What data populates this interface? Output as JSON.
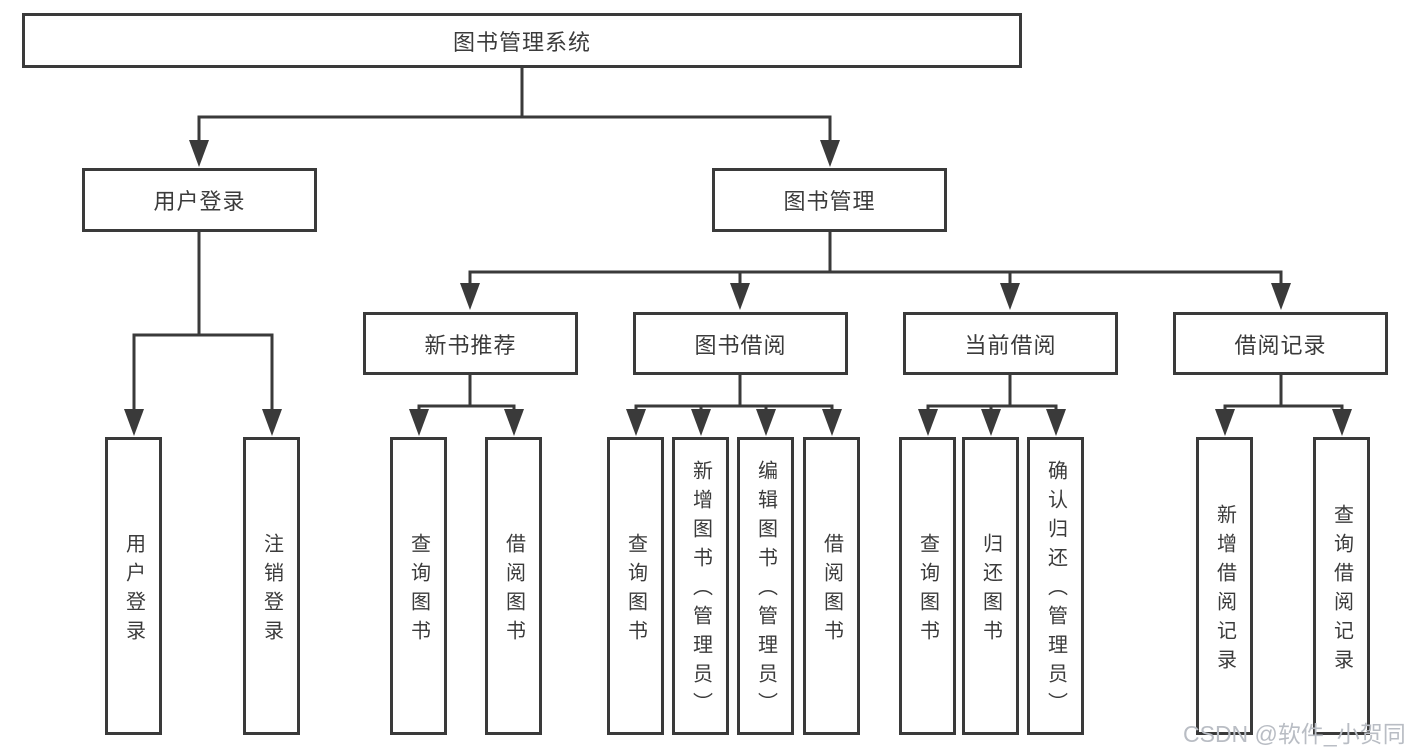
{
  "diagram": {
    "title": "图书管理系统",
    "user_login": {
      "label": "用户登录",
      "children": [
        "用户登录",
        "注销登录"
      ]
    },
    "book_mgmt": {
      "label": "图书管理",
      "sections": [
        {
          "label": "新书推荐",
          "children": [
            "查询图书",
            "借阅图书"
          ]
        },
        {
          "label": "图书借阅",
          "children": [
            "查询图书",
            "新增图书（管理员）",
            "编辑图书（管理员）",
            "借阅图书"
          ]
        },
        {
          "label": "当前借阅",
          "children": [
            "查询图书",
            "归还图书",
            "确认归还（管理员）"
          ]
        },
        {
          "label": "借阅记录",
          "children": [
            "新增借阅记录",
            "查询借阅记录"
          ]
        }
      ]
    }
  },
  "watermark": {
    "text": "CSDN @软件_小贺同学"
  },
  "colors": {
    "line": "#3a3a3a",
    "text": "#3b3b3b",
    "box_background": "#ffffff",
    "watermark": "#b9bdc4",
    "background": "#ffffff"
  }
}
